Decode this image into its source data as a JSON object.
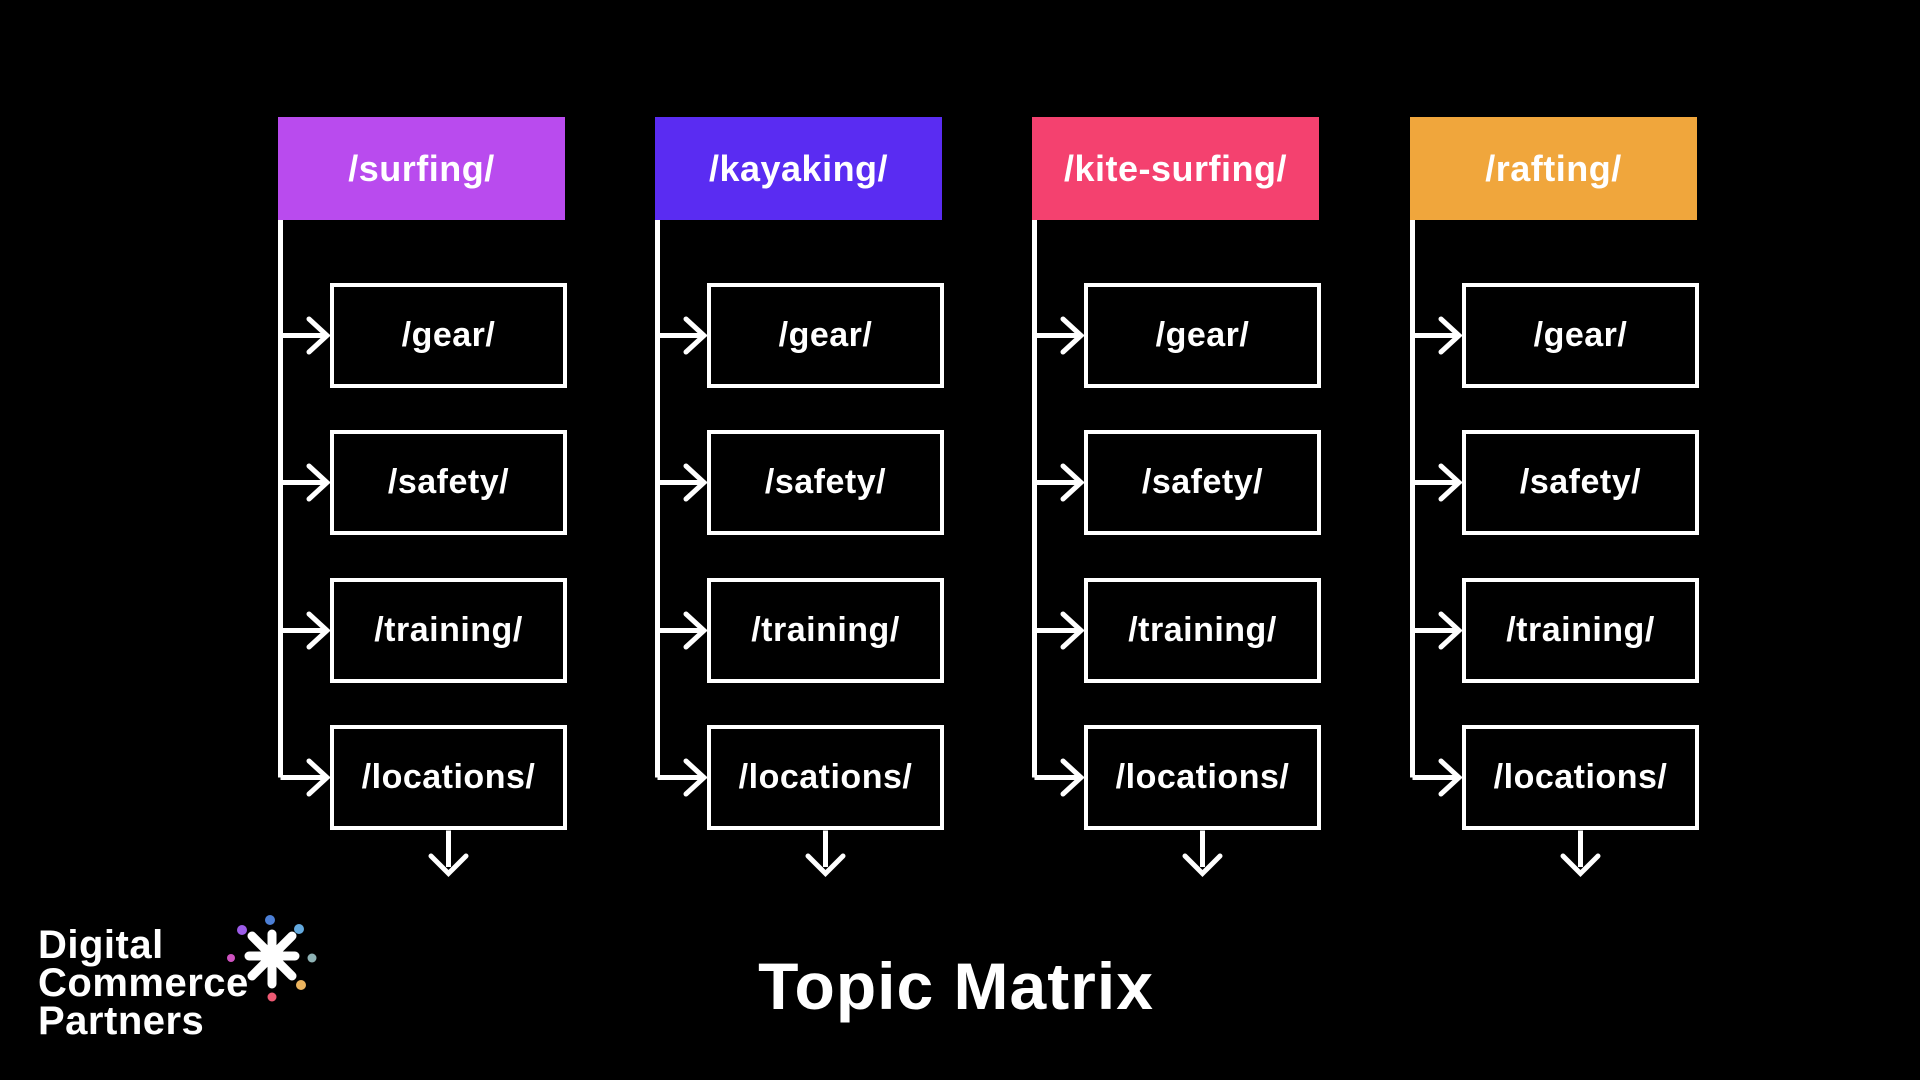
{
  "page": {
    "title": "Topic Matrix",
    "background_color": "#000000",
    "text_color": "#ffffff"
  },
  "logo": {
    "lines": [
      "Digital",
      "Commerce",
      "Partners"
    ],
    "mark": "sparkle-asterisk-icon",
    "mark_color": "#ffffff",
    "dot_colors": {
      "top_blue": "#4c7fd6",
      "top_left_purple": "#9c5ce8",
      "top_right_light_blue": "#64aadf",
      "left_magenta": "#ce53c0",
      "right_teal": "#8fb3b5",
      "bottom_right_orange": "#ecb45f",
      "bottom_pink": "#ee5a74"
    }
  },
  "columns": [
    {
      "topic": "/surfing/",
      "color": "#b94bee",
      "subtopics": [
        "/gear/",
        "/safety/",
        "/training/",
        "/locations/"
      ]
    },
    {
      "topic": "/kayaking/",
      "color": "#5a2cf2",
      "subtopics": [
        "/gear/",
        "/safety/",
        "/training/",
        "/locations/"
      ]
    },
    {
      "topic": "/kite-surfing/",
      "color": "#f4416f",
      "subtopics": [
        "/gear/",
        "/safety/",
        "/training/",
        "/locations/"
      ]
    },
    {
      "topic": "/rafting/",
      "color": "#f0a63c",
      "subtopics": [
        "/gear/",
        "/safety/",
        "/training/",
        "/locations/"
      ]
    }
  ]
}
